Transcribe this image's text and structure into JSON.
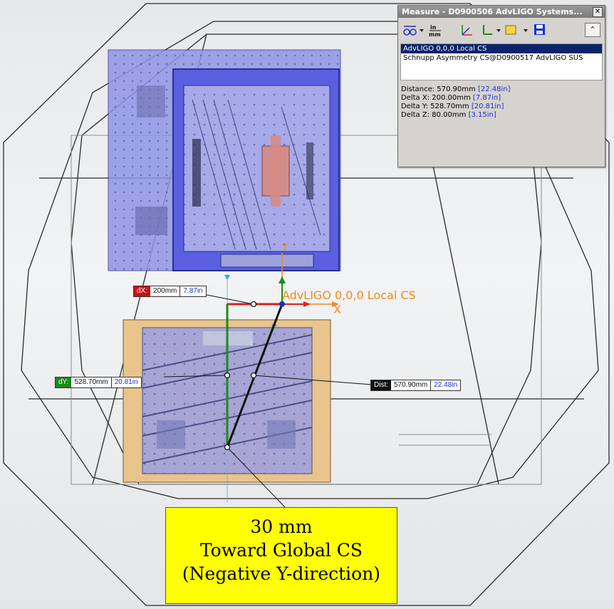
{
  "window": {
    "title": "Measure - D0900506 AdvLIGO Systems...",
    "close_glyph": "✕",
    "collapse_glyph": "⌃"
  },
  "toolbar": {
    "units_label_top": "in",
    "units_label_bottom": "mm",
    "xyz_label": "XYZ",
    "icons": [
      "measure-mode-icon",
      "units-icon",
      "xyz-projection-icon",
      "coordinate-system-icon",
      "point-icon",
      "save-icon"
    ]
  },
  "selection_list": [
    {
      "label": "AdvLIGO 0,0,0 Local CS",
      "selected": true
    },
    {
      "label": "Schnupp Asymmetry CS@D0900517 AdvLIGO SUS",
      "selected": false
    }
  ],
  "results": [
    {
      "label": "Distance: 570.90mm",
      "inch": "[22.48in]"
    },
    {
      "label": "Delta X: 200.00mm",
      "inch": "[7.87in]"
    },
    {
      "label": "Delta Y: 528.70mm",
      "inch": "[20.81in]"
    },
    {
      "label": "Delta Z: 80.00mm",
      "inch": "[3.15in]"
    }
  ],
  "tags": {
    "dx": {
      "label": "dX:",
      "mm": "200mm",
      "inch": "7.87in",
      "color": "#cc1111"
    },
    "dy": {
      "label": "dY:",
      "mm": "528.70mm",
      "inch": "20.81in",
      "color": "#1a8a1a"
    },
    "dist": {
      "label": "Dist:",
      "mm": "570.90mm",
      "inch": "22.48in",
      "color": "#111111"
    }
  },
  "cs_label": "AdvLIGO 0,0,0 Local CS",
  "axis_labels": {
    "x": "X",
    "y": "Y"
  },
  "callout": {
    "line1": "30 mm",
    "line2": "Toward Global CS",
    "line3": "(Negative Y-direction)"
  },
  "colors": {
    "accent_blue": "#1b2fd1",
    "dx_red": "#e0201a",
    "dy_green": "#1a8a1a",
    "cs_orange": "#ef8a21",
    "callout_yellow": "#ffff00"
  }
}
